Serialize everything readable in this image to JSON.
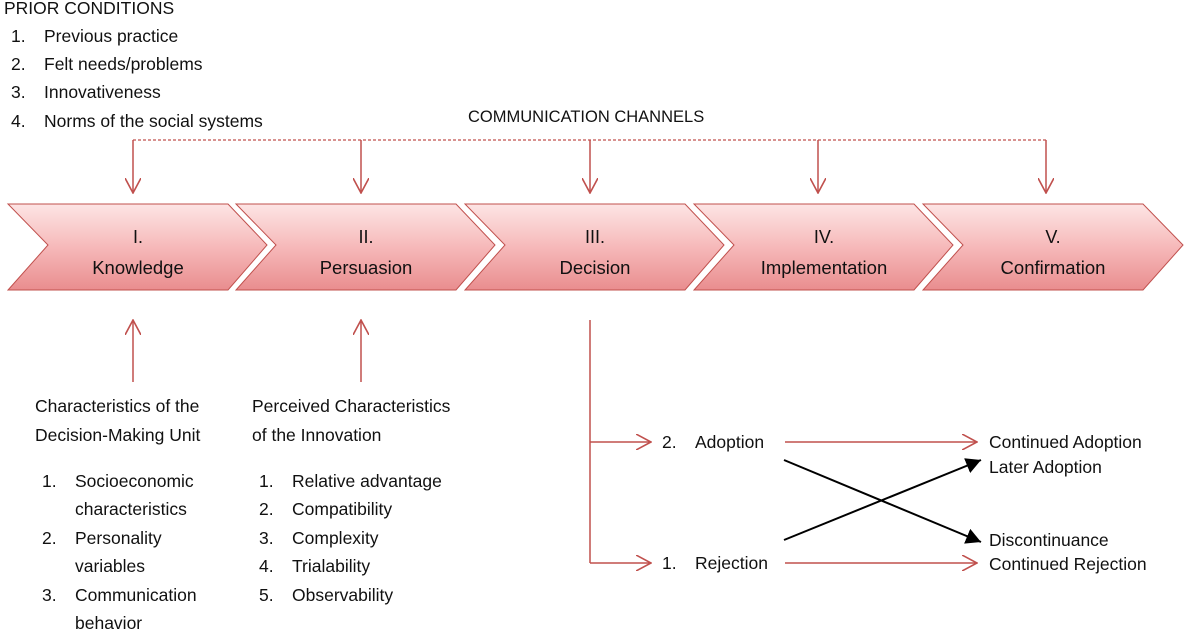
{
  "prior_conditions": {
    "title": "PRIOR CONDITIONS",
    "items": [
      {
        "num": "1.",
        "text": "Previous practice"
      },
      {
        "num": "2.",
        "text": "Felt needs/problems"
      },
      {
        "num": "3.",
        "text": "Innovativeness"
      },
      {
        "num": "4.",
        "text": "Norms of the social systems"
      }
    ]
  },
  "communication_channels": "COMMUNICATION CHANNELS",
  "stages": [
    {
      "numeral": "I.",
      "name": "Knowledge"
    },
    {
      "numeral": "II.",
      "name": "Persuasion"
    },
    {
      "numeral": "III.",
      "name": "Decision"
    },
    {
      "numeral": "IV.",
      "name": "Implementation"
    },
    {
      "numeral": "V.",
      "name": "Confirmation"
    }
  ],
  "decision_unit": {
    "title_lines": [
      "Characteristics of the",
      "Decision-Making Unit"
    ],
    "items": [
      {
        "num": "1.",
        "lines": [
          "Socioeconomic",
          "characteristics"
        ]
      },
      {
        "num": "2.",
        "lines": [
          "Personality",
          "variables"
        ]
      },
      {
        "num": "3.",
        "lines": [
          "Communication",
          "behavior"
        ]
      }
    ]
  },
  "innovation": {
    "title_lines": [
      "Perceived Characteristics",
      "of the Innovation"
    ],
    "items": [
      {
        "num": "1.",
        "text": "Relative advantage"
      },
      {
        "num": "2.",
        "text": "Compatibility"
      },
      {
        "num": "3.",
        "text": "Complexity"
      },
      {
        "num": "4.",
        "text": "Trialability"
      },
      {
        "num": "5.",
        "text": "Observability"
      }
    ]
  },
  "decision_outcomes": {
    "adoption": {
      "num": "2.",
      "text": "Adoption"
    },
    "rejection": {
      "num": "1.",
      "text": "Rejection"
    }
  },
  "confirmation_outcomes": {
    "continued_adoption": "Continued Adoption",
    "later_adoption": "Later Adoption",
    "discontinuance": "Discontinuance",
    "continued_rejection": "Continued Rejection"
  },
  "colors": {
    "arrow_red": "#c0504d",
    "stage_fill_top": "#fde3e3",
    "stage_fill_bottom": "#e9888a",
    "stage_stroke": "#c0504d",
    "cross_line": "#000000"
  }
}
